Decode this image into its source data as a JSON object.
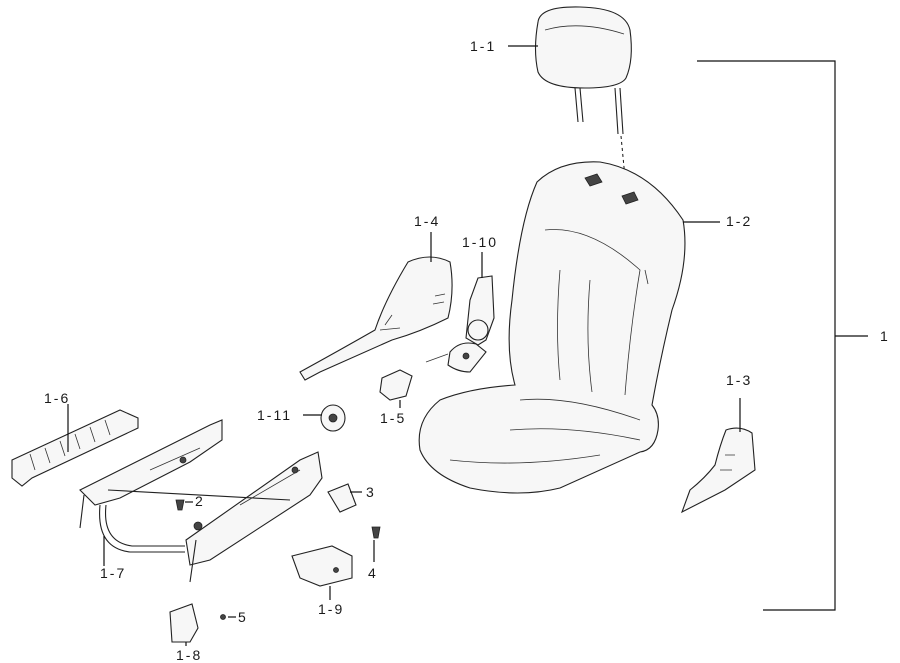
{
  "labels": {
    "l_1": "1",
    "l_1_1": "1-1",
    "l_1_2": "1-2",
    "l_1_3": "1-3",
    "l_1_4": "1-4",
    "l_1_5": "1-5",
    "l_1_6": "1-6",
    "l_1_7": "1-7",
    "l_1_8": "1-8",
    "l_1_9": "1-9",
    "l_1_10": "1-10",
    "l_1_11": "1-11",
    "l_2": "2",
    "l_3": "3",
    "l_4": "4",
    "l_5": "5"
  }
}
